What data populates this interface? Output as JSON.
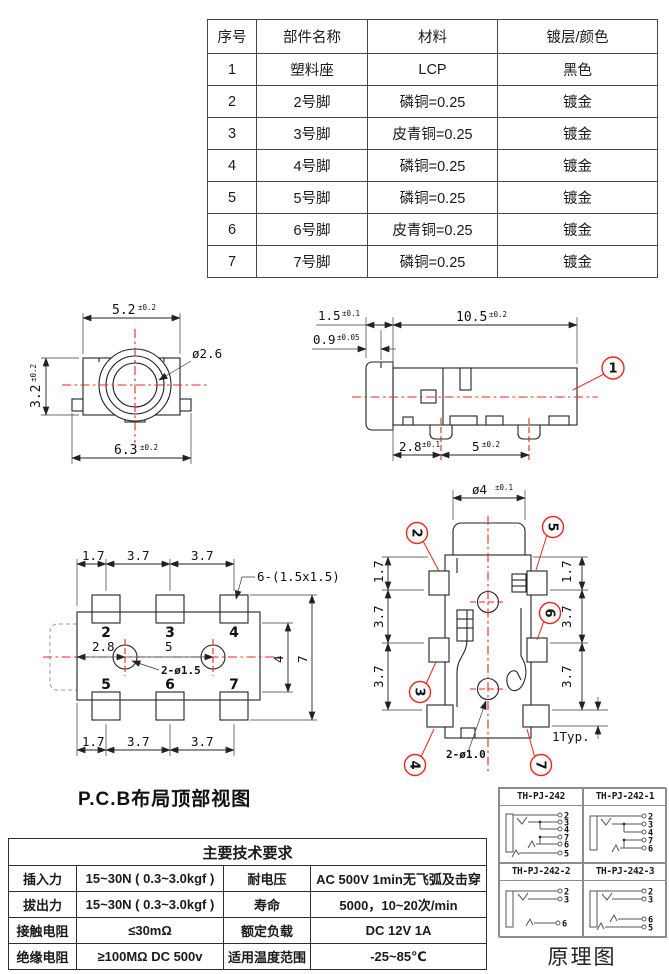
{
  "colors": {
    "accent_red": "#f0251c",
    "hatch_yellow": "#f2ea0a",
    "line_black": "#222222"
  },
  "parts_table": {
    "headers": [
      "序号",
      "部件名称",
      "材料",
      "镀层/颜色"
    ],
    "rows": [
      [
        "1",
        "塑料座",
        "LCP",
        "黑色"
      ],
      [
        "2",
        "2号脚",
        "磷铜=0.25",
        "镀金"
      ],
      [
        "3",
        "3号脚",
        "皮青铜=0.25",
        "镀金"
      ],
      [
        "4",
        "4号脚",
        "磷铜=0.25",
        "镀金"
      ],
      [
        "5",
        "5号脚",
        "磷铜=0.25",
        "镀金"
      ],
      [
        "6",
        "6号脚",
        "皮青铜=0.25",
        "镀金"
      ],
      [
        "7",
        "7号脚",
        "磷铜=0.25",
        "镀金"
      ]
    ]
  },
  "front_view": {
    "dim_width_top": "5.2",
    "tol_width_top": "±0.2",
    "dim_height": "3.2",
    "tol_height": "±0.2",
    "dim_width_bottom": "6.3",
    "tol_width_bottom": "±0.2",
    "hole_label": "ø2.6"
  },
  "side_view": {
    "dim_cap": "1.5",
    "tol_cap": "±0.1",
    "dim_lip": "0.9",
    "tol_lip": "±0.05",
    "dim_body": "10.5",
    "tol_body": "±0.2",
    "dim_foot1": "2.8",
    "tol_foot1": "±0.1",
    "dim_foot2": "5",
    "tol_foot2": "±0.2",
    "balloon": "1"
  },
  "pcb_view": {
    "caption": "P.C.B布局顶部视图",
    "dims_top": [
      "1.7",
      "3.7",
      "3.7"
    ],
    "dims_bottom": [
      "1.7",
      "3.7",
      "3.7"
    ],
    "dim_inner": "4",
    "dim_outer": "7",
    "dim_hole_offset": "2.8",
    "dim_hole_pitch": "5",
    "holes_label": "2-ø1.5",
    "pads_label": "6-(1.5x1.5)",
    "pads_top": [
      "2",
      "3",
      "4"
    ],
    "pads_bottom": [
      "5",
      "6",
      "7"
    ]
  },
  "bottom_view": {
    "dim_shaft": "ø4",
    "tol_shaft": "±0.1",
    "dims_left": [
      "1.7",
      "3.7",
      "3.7"
    ],
    "dims_right": [
      "1.7",
      "3.7",
      "3.7"
    ],
    "holes_label": "2-ø1.0",
    "typ_label": "1Typ.",
    "balloons": [
      "2",
      "5",
      "6",
      "3",
      "4",
      "7"
    ]
  },
  "tech_table": {
    "title": "主要技术要求",
    "rows": [
      [
        "插入力",
        "15~30N ( 0.3~3.0kgf )",
        "耐电压",
        "AC 500V 1min无飞弧及击穿"
      ],
      [
        "拔出力",
        "15~30N ( 0.3~3.0kgf )",
        "寿命",
        "5000，10~20次/min"
      ],
      [
        "接触电阻",
        "≤30mΩ",
        "额定负载",
        "DC 12V 1A"
      ],
      [
        "绝缘电阻",
        "≥100MΩ DC 500v",
        "适用温度范围",
        "-25~85℃"
      ]
    ]
  },
  "schematic": {
    "caption": "原理图",
    "variants": [
      {
        "title": "TH-PJ-242",
        "pins": [
          "2",
          "3",
          "4",
          "7",
          "6",
          "5"
        ]
      },
      {
        "title": "TH-PJ-242-1",
        "pins": [
          "2",
          "3",
          "4",
          "7",
          "6"
        ]
      },
      {
        "title": "TH-PJ-242-2",
        "pins": [
          "2",
          "3",
          "6"
        ]
      },
      {
        "title": "TH-PJ-242-3",
        "pins": [
          "2",
          "3",
          "6",
          "5"
        ]
      }
    ]
  }
}
